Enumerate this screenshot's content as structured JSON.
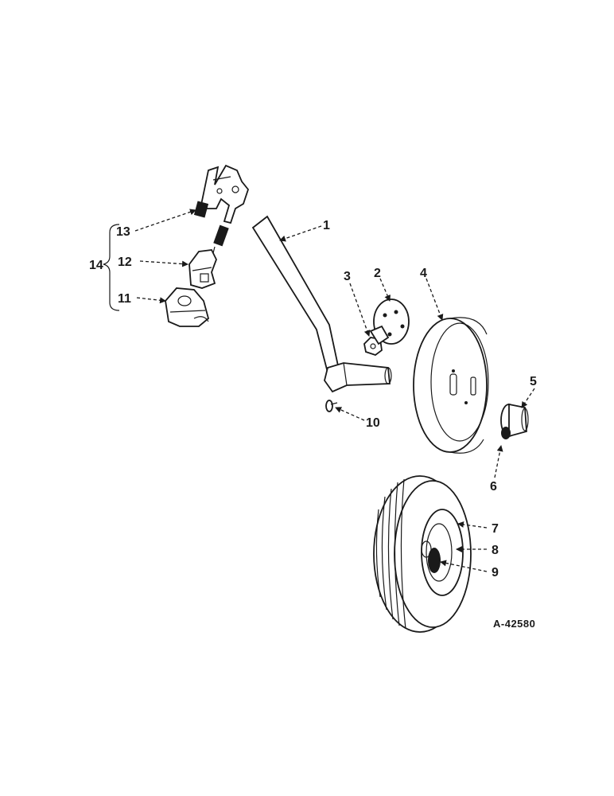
{
  "callouts": {
    "c1": "1",
    "c2": "2",
    "c3": "3",
    "c4": "4",
    "c5": "5",
    "c6": "6",
    "c7": "7",
    "c8": "8",
    "c9": "9",
    "c10": "10",
    "c11": "11",
    "c12": "12",
    "c13": "13",
    "c14": "14"
  },
  "reference_number": "A-42580"
}
